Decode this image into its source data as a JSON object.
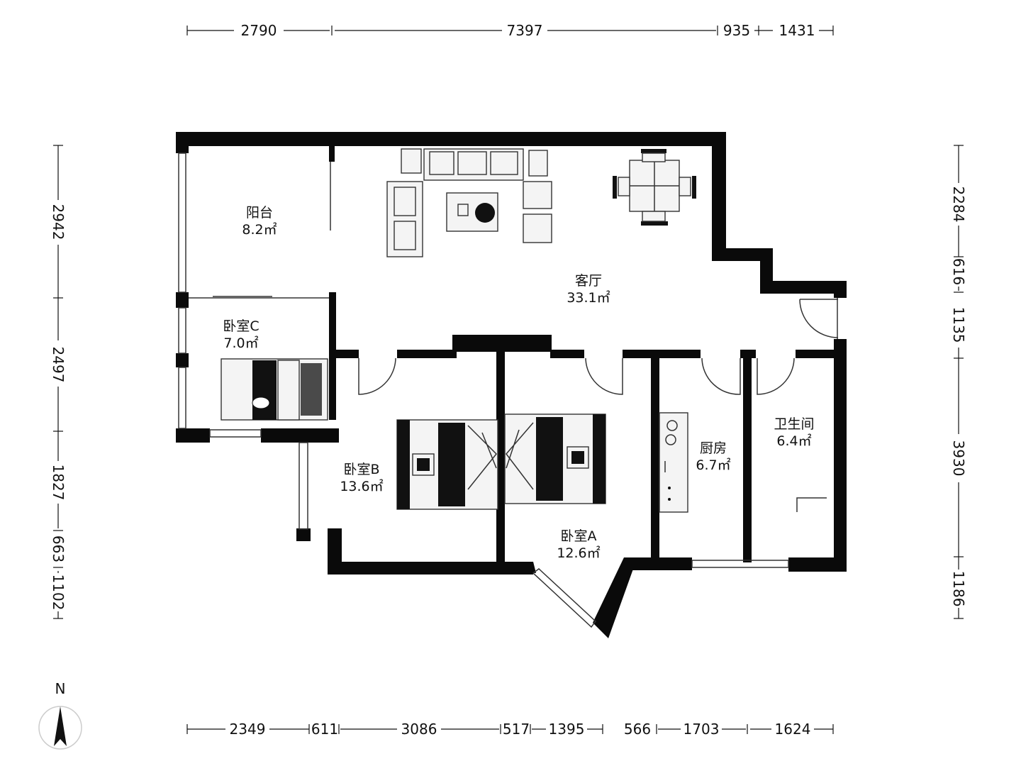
{
  "dimensions": {
    "top": [
      "2790",
      "7397",
      "935",
      "1431"
    ],
    "bottom": [
      "2349",
      "611",
      "3086",
      "517",
      "1395",
      "566",
      "1703",
      "1624"
    ],
    "left": [
      "2942",
      "2497",
      "1827",
      "663",
      "1102"
    ],
    "right": [
      "2284",
      "616",
      "1135",
      "3930",
      "1186"
    ]
  },
  "rooms": [
    {
      "name": "阳台",
      "area": "8.2㎡"
    },
    {
      "name": "客厅",
      "area": "33.1㎡"
    },
    {
      "name": "卧室C",
      "area": "7.0㎡"
    },
    {
      "name": "卧室B",
      "area": "13.6㎡"
    },
    {
      "name": "卧室A",
      "area": "12.6㎡"
    },
    {
      "name": "厨房",
      "area": "6.7㎡"
    },
    {
      "name": "卫生间",
      "area": "6.4㎡"
    }
  ],
  "compass": {
    "label": "N"
  }
}
